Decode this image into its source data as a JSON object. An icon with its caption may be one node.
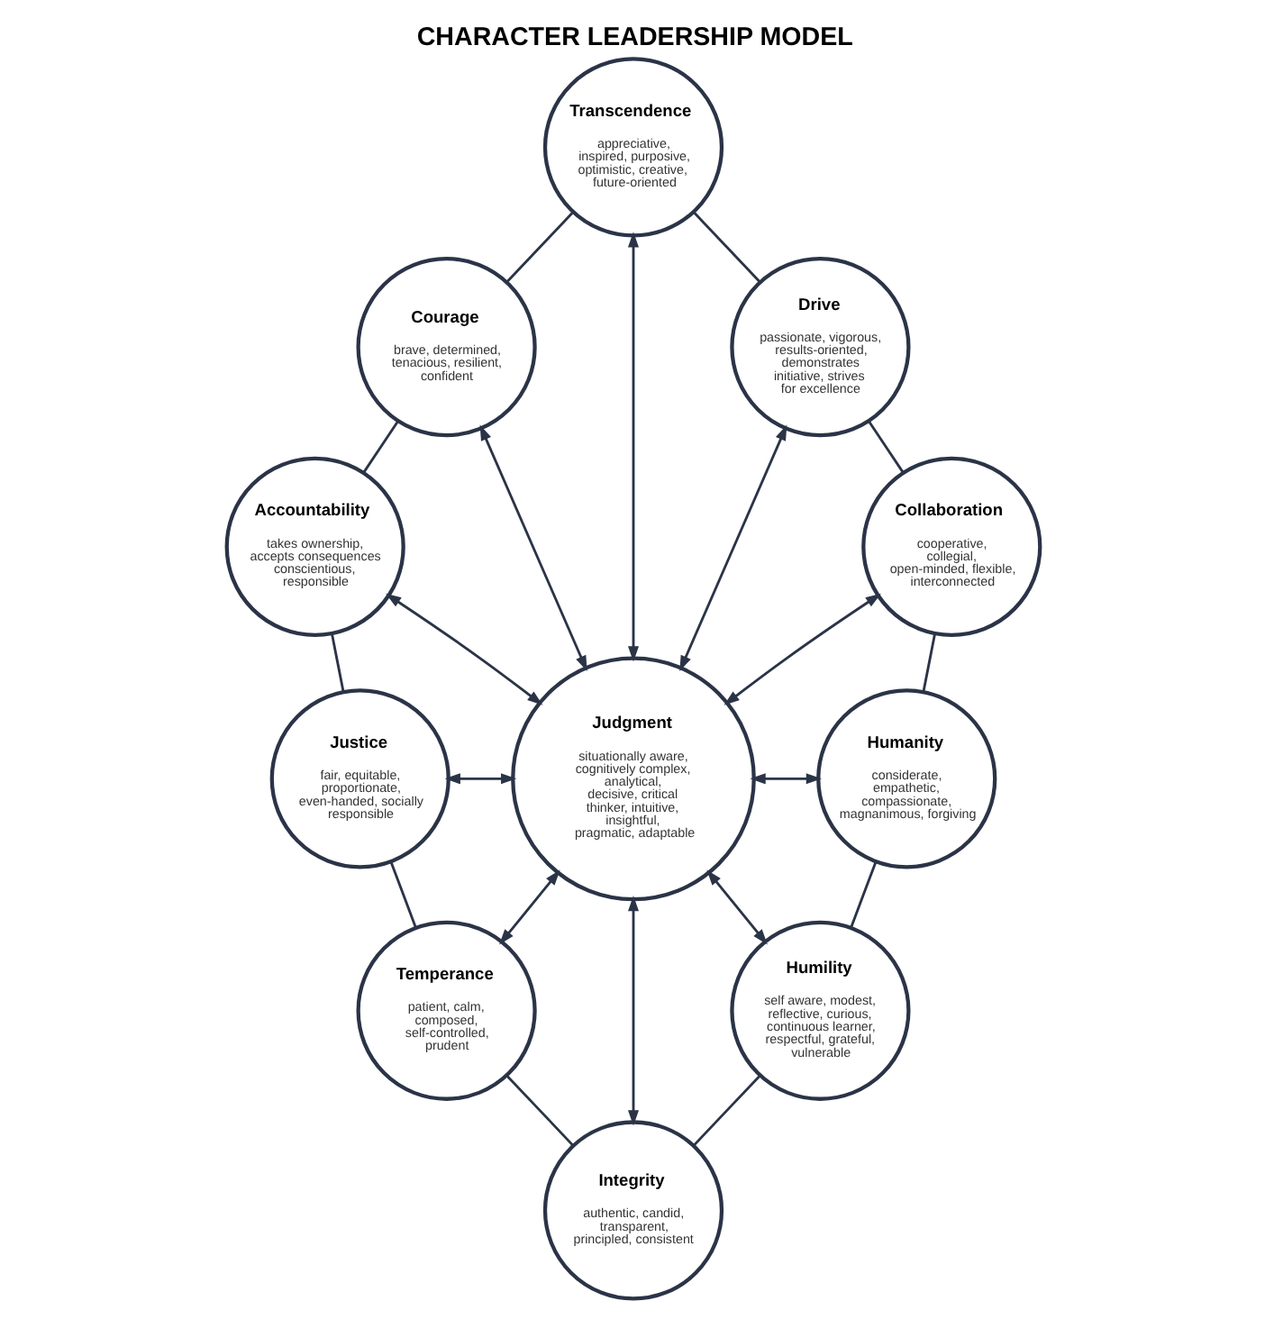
{
  "diagram": {
    "title": "CHARACTER LEADERSHIP MODEL",
    "nodes": [
      {
        "text": [
          "Transcendence",
          "appreciative, inspired, purposive, optimistic, creative, future-oriented"
        ]
      },
      {
        "text": [
          "Courage",
          "brave, determined, tenacious, resilient, confident"
        ]
      },
      {
        "text": [
          "Drive",
          "passionate, vigorous, results-oriented, demonstrates initiative, strives for excellence"
        ]
      },
      {
        "text": [
          "Accountability",
          "takes ownership, accepts consequences conscientious, responsible"
        ]
      },
      {
        "text": [
          "Collaboration",
          "cooperative, collegial, open-minded, flexible, interconnected"
        ]
      },
      {
        "text": [
          "Judgment",
          "situationally aware, cognitively complex, analytical, decisive, critical thinker, intuitive, insightful, pragmatic, adaptable"
        ]
      },
      {
        "text": [
          "Justice",
          "fair, equitable, proportionate, even-handed, socially responsible"
        ]
      },
      {
        "text": [
          "Humanity",
          "considerate, empathetic, compassionate, magnanimous, forgiving"
        ]
      },
      {
        "text": [
          "Temperance",
          "patient, calm, composed, self-controlled, prudent"
        ]
      },
      {
        "text": [
          "Humility",
          "self aware, modest, reflective, curious, continuous learner, respectful, grateful, vulnerable"
        ]
      },
      {
        "text": [
          "Integrity",
          "authentic, candid, transparent, principled, consistent"
        ]
      }
    ],
    "edges": [
      {
        "from": 5,
        "to": 0,
        "arrow": "both"
      },
      {
        "from": 5,
        "to": 2,
        "arrow": "both"
      },
      {
        "from": 5,
        "to": 4,
        "arrow": "both"
      },
      {
        "from": 5,
        "to": 7,
        "arrow": "both"
      },
      {
        "from": 5,
        "to": 9,
        "arrow": "both"
      },
      {
        "from": 5,
        "to": 10,
        "arrow": "both"
      },
      {
        "from": 5,
        "to": 8,
        "arrow": "both"
      },
      {
        "from": 5,
        "to": 6,
        "arrow": "both"
      },
      {
        "from": 5,
        "to": 3,
        "arrow": "both"
      },
      {
        "from": 5,
        "to": 1,
        "arrow": "both"
      },
      {
        "from": 0,
        "to": 2,
        "arrow": "none"
      },
      {
        "from": 2,
        "to": 4,
        "arrow": "none"
      },
      {
        "from": 4,
        "to": 7,
        "arrow": "none"
      },
      {
        "from": 7,
        "to": 9,
        "arrow": "none"
      },
      {
        "from": 9,
        "to": 10,
        "arrow": "none"
      },
      {
        "from": 10,
        "to": 8,
        "arrow": "none"
      },
      {
        "from": 8,
        "to": 6,
        "arrow": "none"
      },
      {
        "from": 6,
        "to": 3,
        "arrow": "none"
      },
      {
        "from": 3,
        "to": 1,
        "arrow": "none"
      },
      {
        "from": 1,
        "to": 0,
        "arrow": "none"
      }
    ]
  }
}
